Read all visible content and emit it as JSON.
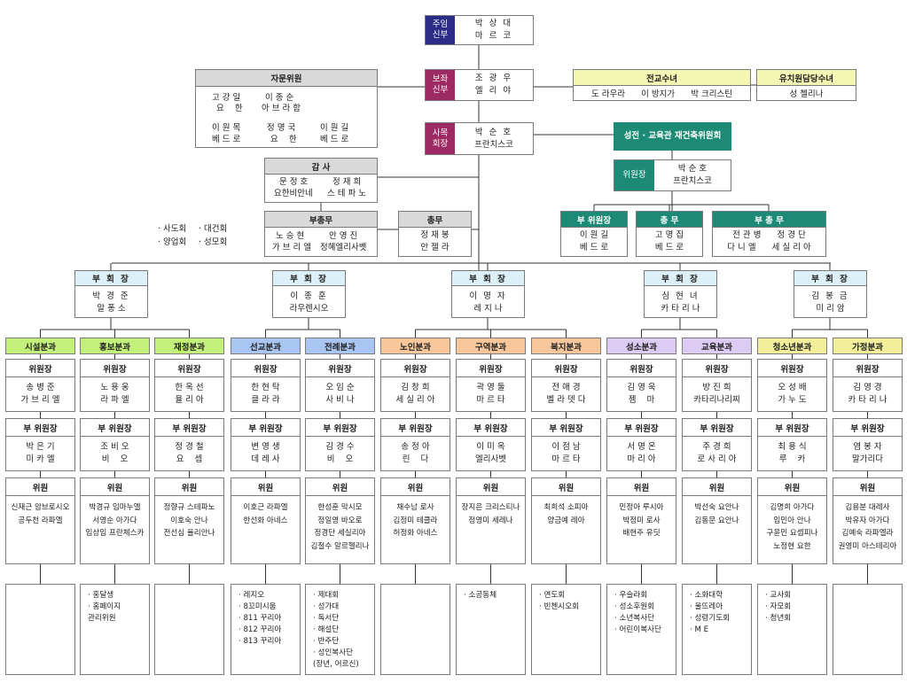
{
  "colors": {
    "pastor_label": "#2c2c86",
    "assistant_label": "#9c2b63",
    "secretary_label": "#9c2b63",
    "rebuild_committee": "#1d8a76",
    "gray_header": "#d9d9d9",
    "light_yellow": "#f4f7b4",
    "vp_header": "#dcf0f7",
    "green_header": "#c3f07a",
    "blue_header": "#a9c6f2",
    "orange_header": "#f7c79b",
    "purple_header": "#dccbf3",
    "yellow_header": "#f2ee9a"
  },
  "pastor": {
    "label": "주임\n신부",
    "name": "박 상 대",
    "baptismal": "마 르 코"
  },
  "assistant": {
    "label": "보좌\n신부",
    "name": "조 광 우",
    "baptismal": "엘 리 야"
  },
  "secretary": {
    "label": "사목\n회장",
    "name": "박 순 호",
    "baptismal": "프란치스코"
  },
  "advisors": {
    "title": "자문위원",
    "rows": [
      [
        "고 강 일",
        "이 종 순"
      ],
      [
        "요    한",
        "아 브 라 함"
      ],
      [
        "이 원 목",
        "정 명 국",
        "이 원 길"
      ],
      [
        "베 드 로",
        "요    한",
        "베 드 로"
      ]
    ]
  },
  "mission_sisters": {
    "title": "전교수녀",
    "members": "도 라우라      이 방지가      박 크리스틴"
  },
  "kindergarten_sister": {
    "title": "유치원담당수녀",
    "members": "성 첼리나"
  },
  "auditor": {
    "title": "감 사",
    "row1": [
      "문 정 호",
      "정 재 희"
    ],
    "row2": [
      "요한비안네",
      "스 테 파 노"
    ]
  },
  "gen_secretary": {
    "title": "부총무",
    "row1": [
      "노 승 현",
      "안 영 진"
    ],
    "row2": [
      "가 브 리 엘",
      "정혜엘리사벳"
    ]
  },
  "general_affairs": {
    "title": "총무",
    "row1": "정 재 봉",
    "row2": "안 젤 라"
  },
  "side_groups": {
    "items": [
      "사도회",
      "대건회",
      "양업회",
      "성모회"
    ]
  },
  "rebuild": {
    "title": "성전 · 교육관 재건축위원회",
    "chair_label": "위원장",
    "chair_name": "박 순 호",
    "chair_baptismal": "프란치스코",
    "sub": [
      {
        "title": "부 위원장",
        "row1": "이 원 길",
        "row2": "베 드 로"
      },
      {
        "title": "총 무",
        "row1": "고 명 집",
        "row2": "베 드 로"
      },
      {
        "title": "부 총 무",
        "row1": "전 관 병      정 경 단",
        "row2": "다 니 엘      세 실 리 아"
      }
    ]
  },
  "vice_presidents": [
    {
      "title": "부 회 장",
      "name": "박 경 준",
      "baptismal": "알 퐁 소"
    },
    {
      "title": "부 회 장",
      "name": "이 종 훈",
      "baptismal": "라우렌시오"
    },
    {
      "title": "부 회 장",
      "name": "이 명 자",
      "baptismal": "레 지 나"
    },
    {
      "title": "부 회 장",
      "name": "심 현 녀",
      "baptismal": "카 타 리 나"
    },
    {
      "title": "부 회 장",
      "name": "김 봉 금",
      "baptismal": "미 리 암"
    }
  ],
  "chair_label": "위원장",
  "vice_label": "부 위원장",
  "member_label": "위원",
  "departments": [
    {
      "name": "시설분과",
      "chair": [
        "송 병 준",
        "가 브 리 엘"
      ],
      "vice": [
        "박 은 기",
        "미 카 엘"
      ],
      "members": [
        "신재근 암브로시오",
        "공두천 라파엘"
      ],
      "groups": []
    },
    {
      "name": "홍보분과",
      "chair": [
        "노 용 웅",
        "라 파 엘"
      ],
      "vice": [
        "조 비 오",
        "비    오"
      ],
      "members": [
        "박경규 임마누엘",
        "서영순 아가다",
        "임상임 프란체스카"
      ],
      "groups": [
        "홍달생",
        "홈페이지\n관리위원"
      ]
    },
    {
      "name": "재정분과",
      "chair": [
        "한 옥 선",
        "율 리 아"
      ],
      "vice": [
        "정 경 철",
        "요    셉"
      ],
      "members": [
        "정향규 스테파노",
        "이호숙 안나",
        "전선심 율리안나"
      ],
      "groups": []
    },
    {
      "name": "선교분과",
      "chair": [
        "한 현 탁",
        "클 라 라"
      ],
      "vice": [
        "변 영 생",
        "데 레 사"
      ],
      "members": [
        "이호근 라파엘",
        "한선화 아네스"
      ],
      "groups": [
        "레지오",
        "8꼬미시움",
        "811 꾸리아",
        "812 꾸리아",
        "813 꾸리아"
      ]
    },
    {
      "name": "전례분과",
      "chair": [
        "오 임 순",
        "사 비 나"
      ],
      "vice": [
        "김 경 수",
        "비    오"
      ],
      "members": [
        "한성훈 막시모",
        "정일영 바오로",
        "정경단 세실리아",
        "김철수 알르헬리나"
      ],
      "groups": [
        "제대회",
        "성가대",
        "독서단",
        "해설단",
        "반주단",
        "성인복사단\n(장년, 어르신)"
      ]
    },
    {
      "name": "노인분과",
      "chair": [
        "김 창 희",
        "세 실 리 아"
      ],
      "vice": [
        "송 정 아",
        "린    다"
      ],
      "members": [
        "채수남 로사",
        "김정미 테클라",
        "허정화 아네스"
      ],
      "groups": []
    },
    {
      "name": "구역분과",
      "chair": [
        "곽 영 둘",
        "마 르 타"
      ],
      "vice": [
        "이 미 옥",
        "엘리사벳"
      ],
      "members": [
        "장지은 크리스티나",
        "정영미 세레나"
      ],
      "groups": [
        "소공동체"
      ]
    },
    {
      "name": "복지분과",
      "chair": [
        "전 애 경",
        "벨 라 뎃 다"
      ],
      "vice": [
        "이 점 남",
        "마 르 타"
      ],
      "members": [
        "최희석 소피아",
        "양금예 레아"
      ],
      "groups": [
        "연도회",
        "빈첸시오회"
      ]
    },
    {
      "name": "성소분과",
      "chair": [
        "김 영 욱",
        "젬    마"
      ],
      "vice": [
        "서 명 온",
        "마 리 아"
      ],
      "members": [
        "민정아 루시아",
        "박정미 로사",
        "배현주 유딧"
      ],
      "groups": [
        "우슬라회",
        "성소후원회",
        "소년복사단",
        "어린이복사단"
      ]
    },
    {
      "name": "교육분과",
      "chair": [
        "방 진 희",
        "카타리나리찌"
      ],
      "vice": [
        "주 경 희",
        "로 사 리 아"
      ],
      "members": [
        "박선숙 요안나",
        "김동문 요안나"
      ],
      "groups": [
        "소화대학",
        "울뜨레아",
        "성령기도회",
        "M E"
      ]
    },
    {
      "name": "청소년분과",
      "chair": [
        "오 성 배",
        "가 누 도"
      ],
      "vice": [
        "최 용 식",
        "루    카"
      ],
      "members": [
        "김명희 아가다",
        "임민아 안나",
        "구윤민 요셉피나",
        "노정현 요한"
      ],
      "groups": [
        "교사회",
        "자모회",
        "청년회"
      ]
    },
    {
      "name": "가정분과",
      "chair": [
        "김 영 경",
        "카 타 리 나"
      ],
      "vice": [
        "염 봉 자",
        "말가리다"
      ],
      "members": [
        "김용분 대레사",
        "박유자 아가다",
        "김예숙 라파엘라",
        "권영미 아스테리아"
      ],
      "groups": []
    }
  ]
}
